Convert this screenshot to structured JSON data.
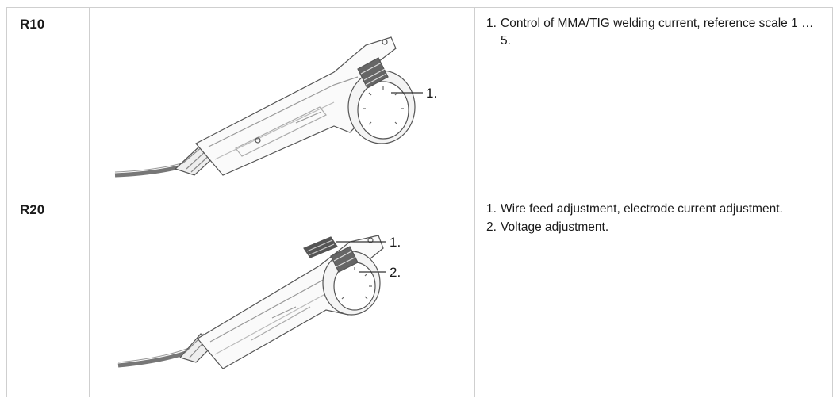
{
  "rows": [
    {
      "model": "R10",
      "callouts": [
        "1."
      ],
      "items": [
        {
          "num": "1.",
          "text": "Control of MMA/TIG welding current, reference scale 1 … 5."
        }
      ]
    },
    {
      "model": "R20",
      "callouts": [
        "1.",
        "2."
      ],
      "items": [
        {
          "num": "1.",
          "text": "Wire feed adjustment, electrode current adjustment."
        },
        {
          "num": "2.",
          "text": "Voltage adjustment."
        }
      ]
    }
  ],
  "colors": {
    "border": "#cfcfcf",
    "line_art": "#555555",
    "text": "#1a1a1a"
  },
  "icons": [
    "remote-control-r10-illustration",
    "remote-control-r20-illustration"
  ]
}
